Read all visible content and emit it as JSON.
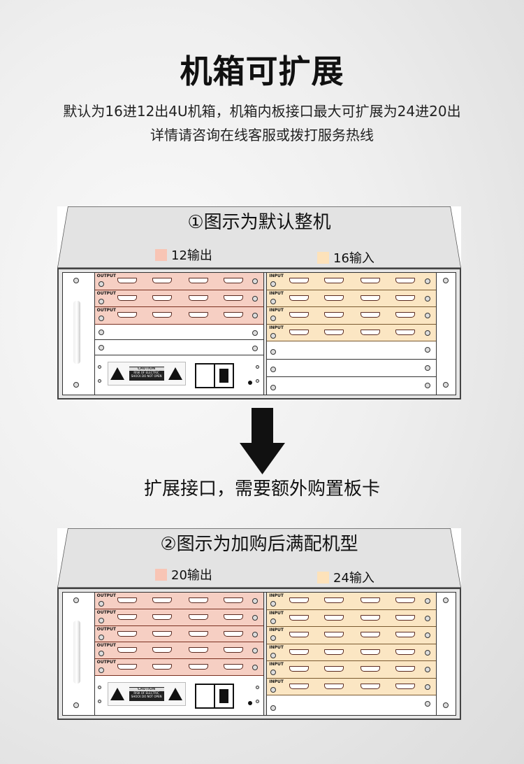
{
  "header": {
    "title": "机箱可扩展",
    "line1": "默认为16进12出4U机箱，机箱内板接口最大可扩展为24进20出",
    "line2": "详情请咨询在线客服或拨打服务热线"
  },
  "colors": {
    "output": "#f8c5b5",
    "input": "#fde2ba"
  },
  "chassis": [
    {
      "label": "①图示为默认整机",
      "output_legend": "12输出",
      "input_legend": "16输入",
      "output_cards": 3,
      "input_cards": 4,
      "left_empty": 2,
      "right_empty": 3,
      "output_port_label": "OUTPUT",
      "input_port_label": "INPUT",
      "caution": "CAUTION",
      "caution_text": "RISK OF ELECTRIC SHOCK DO NOT OPEN"
    },
    {
      "label": "②图示为加购后满配机型",
      "output_legend": "20输出",
      "input_legend": "24输入",
      "output_cards": 5,
      "input_cards": 6,
      "left_empty": 0,
      "right_empty": 1,
      "output_port_label": "OUTPUT",
      "input_port_label": "INPUT",
      "caution": "CAUTION",
      "caution_text": "RISK OF ELECTRIC SHOCK DO NOT OPEN"
    }
  ],
  "middle": {
    "text": "扩展接口，需要额外购置板卡"
  }
}
